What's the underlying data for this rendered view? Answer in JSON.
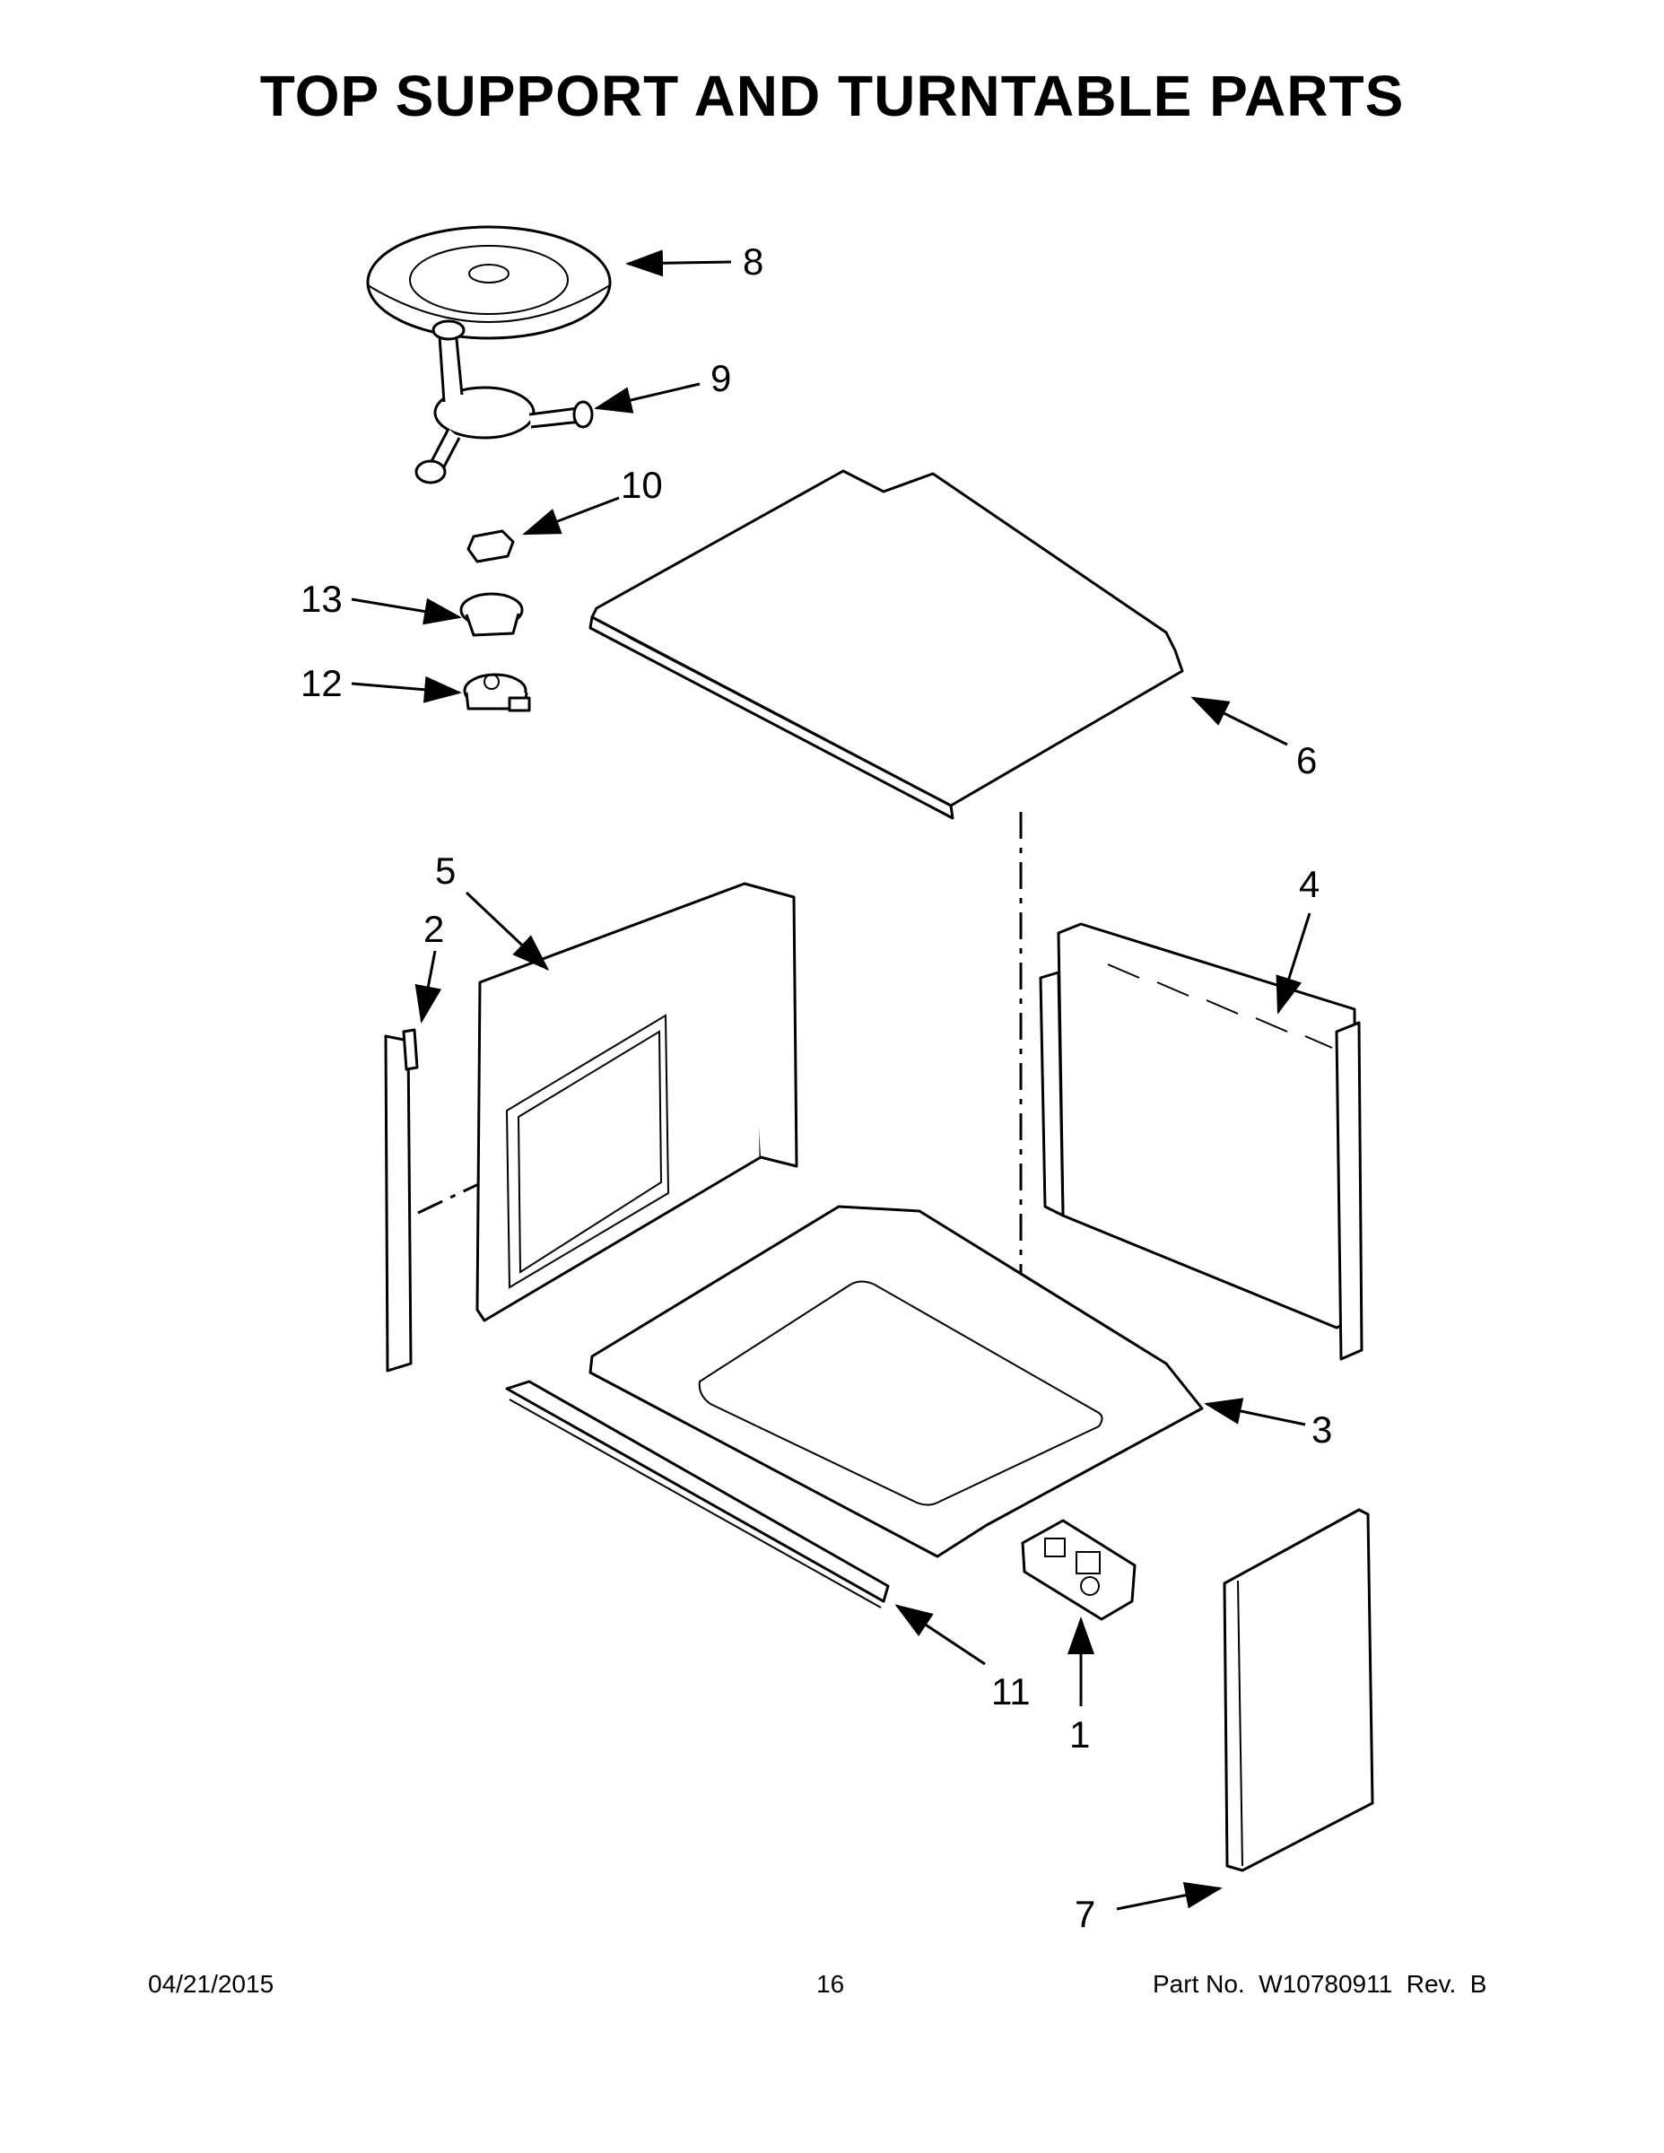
{
  "page": {
    "title": "TOP SUPPORT AND TURNTABLE PARTS",
    "footer": {
      "date": "04/21/2015",
      "page_number": "16",
      "part_number": "Part No.  W10780911  Rev.  B"
    }
  },
  "callouts": {
    "c1": "1",
    "c2": "2",
    "c3": "3",
    "c4": "4",
    "c5": "5",
    "c6": "6",
    "c7": "7",
    "c8": "8",
    "c9": "9",
    "c10": "10",
    "c11": "11",
    "c12": "12",
    "c13": "13"
  }
}
